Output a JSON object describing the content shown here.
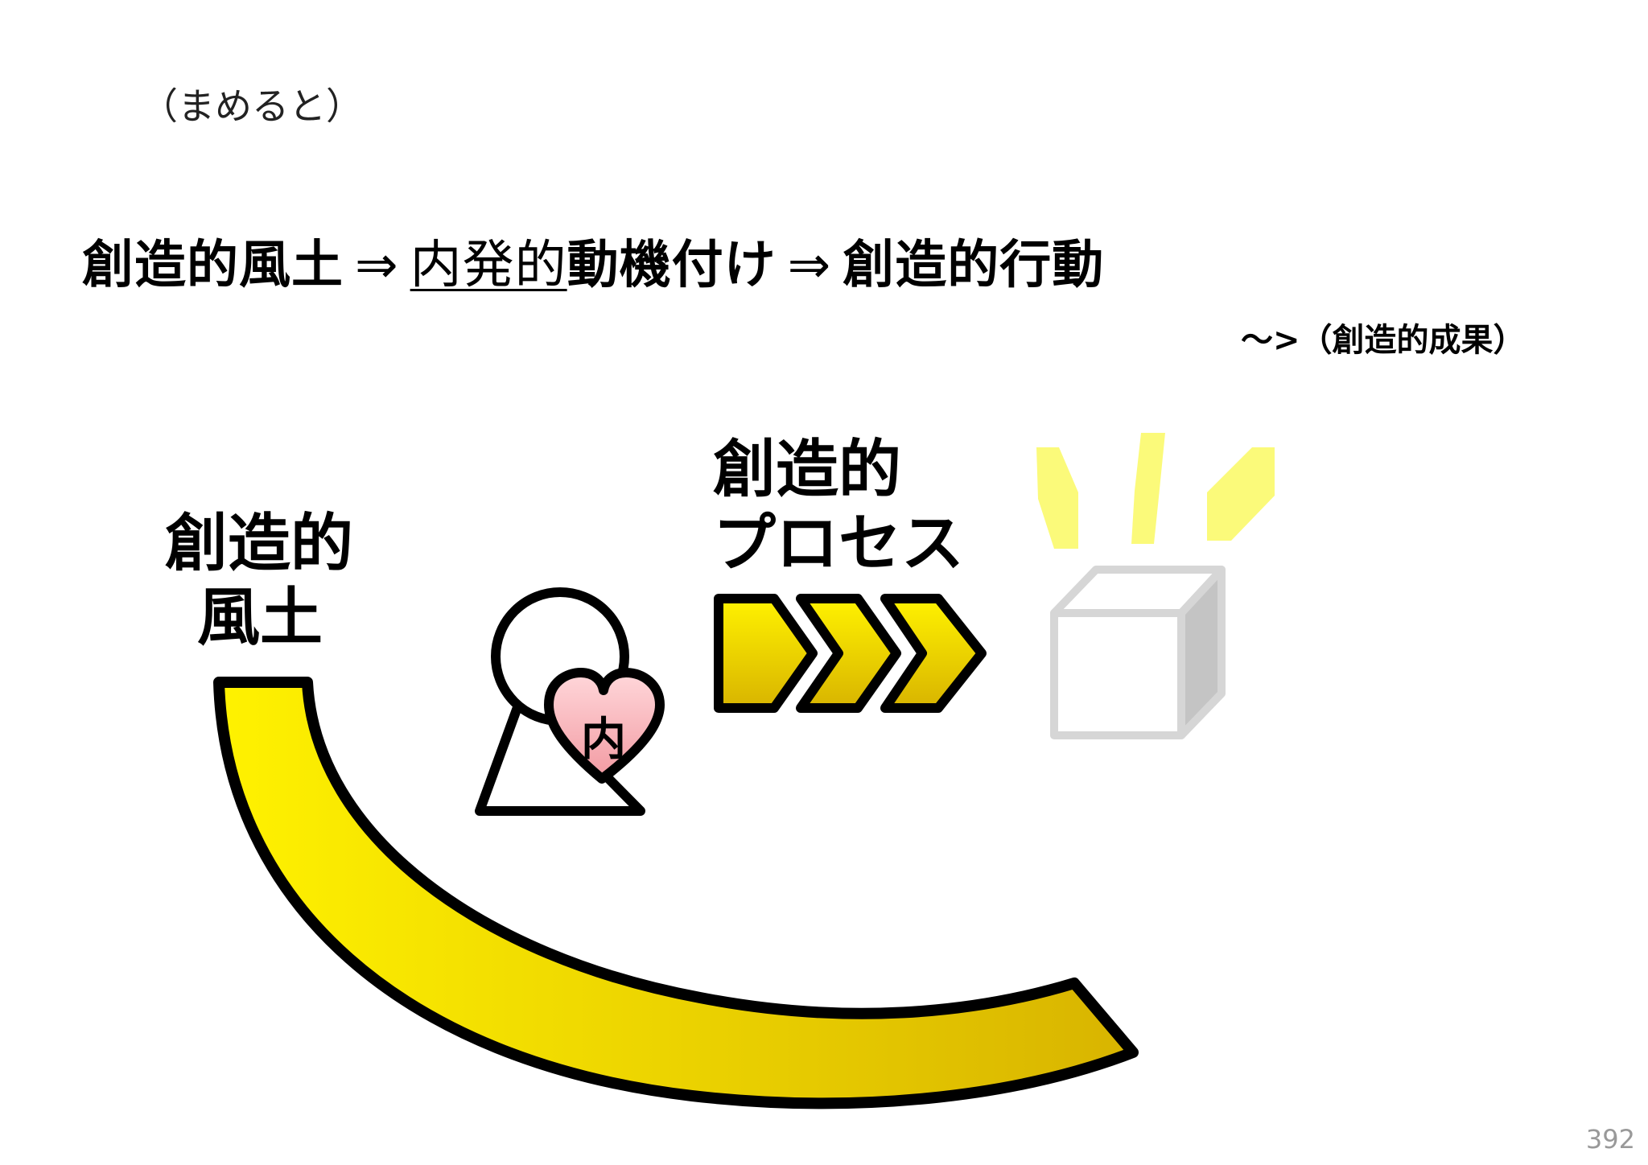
{
  "subtitle": "（まめると）",
  "main_line": {
    "part1": "創造的風土",
    "arrow1": "⇒",
    "part2_underlined": "内発的",
    "part2_rest": "動機付け",
    "arrow2": "⇒",
    "part3": "創造的行動"
  },
  "result_note": "～>（創造的成果）",
  "diagram": {
    "climate_label_line1": "創造的",
    "climate_label_line2": "風土",
    "process_label_line1": "創造的",
    "process_label_line2": "プロセス",
    "heart_label": "内",
    "colors": {
      "yellow_light": "#fff200",
      "yellow_dark": "#d8b400",
      "heart_light": "#ffd7da",
      "heart_dark": "#f29aa2",
      "box_gray": "#d6d6d6",
      "box_side": "#c4c4c4",
      "ray_yellow": "#fbfa7a",
      "outline": "#000000"
    }
  },
  "page_number": "392"
}
